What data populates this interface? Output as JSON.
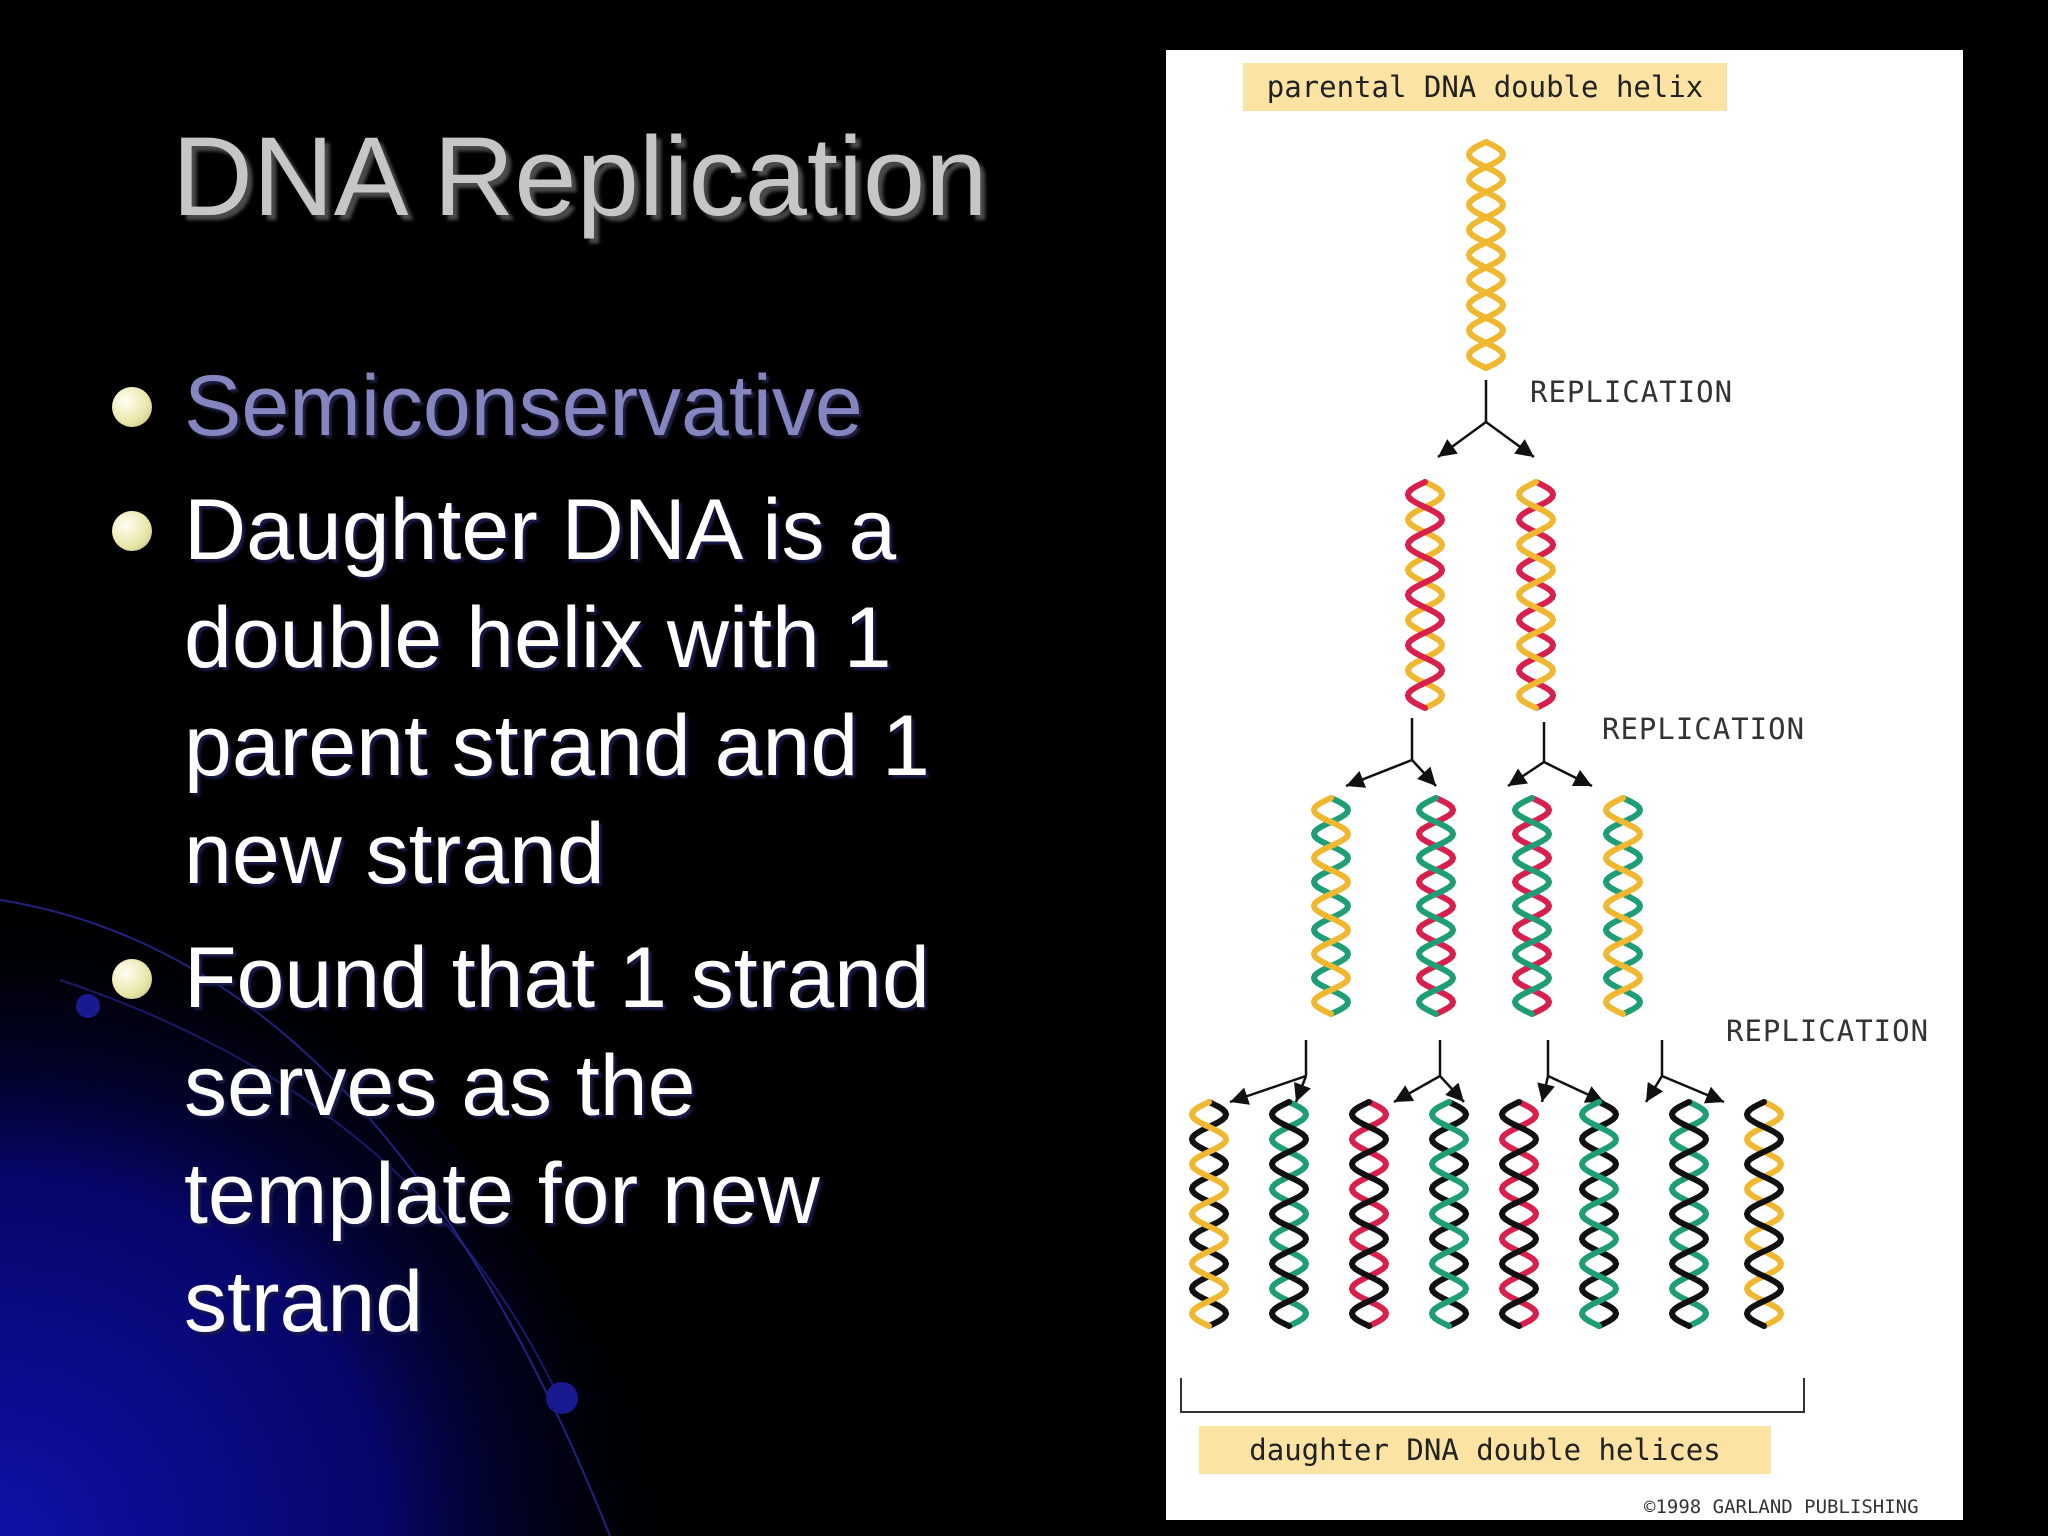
{
  "slide": {
    "title": "DNA Replication",
    "bullets": [
      {
        "text": "Semiconservative",
        "emphasis": true
      },
      {
        "text": "Daughter DNA is a double helix with 1 parent strand and 1 new strand",
        "emphasis": false
      },
      {
        "text": "Found that 1 strand serves as the template for new strand",
        "emphasis": false
      }
    ]
  },
  "figure": {
    "top_label": "parental DNA double helix",
    "replication_labels": [
      "REPLICATION",
      "REPLICATION",
      "REPLICATION"
    ],
    "bottom_label": "daughter DNA double helices",
    "copyright": "©1998 GARLAND PUBLISHING"
  },
  "colors": {
    "parental_strand": "#f0b830",
    "gen1_strand": "#d8204c",
    "gen2_strand": "#1f9e75",
    "gen3_strand": "#111111",
    "label_background": "#fbe3a4",
    "title_text": "#c6c6c6",
    "emphasis_text": "#8585c0"
  }
}
